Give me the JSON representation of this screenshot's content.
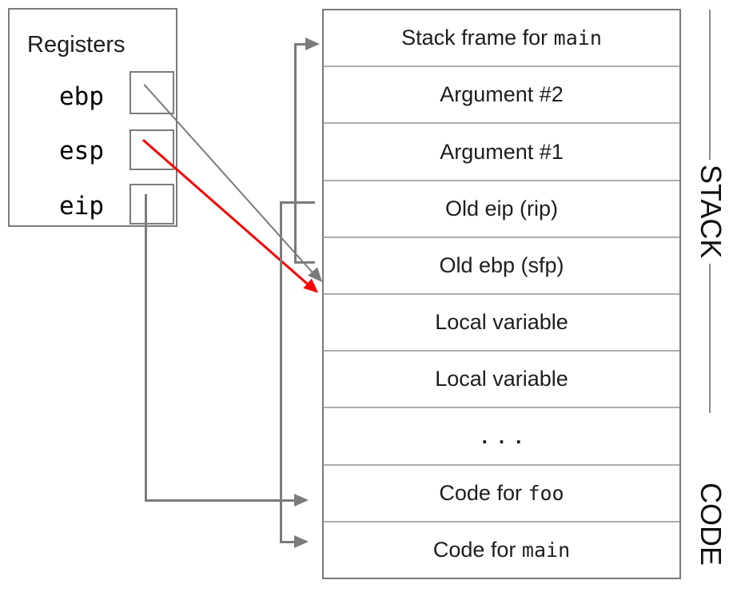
{
  "registers_panel": {
    "title": "Registers",
    "registers": [
      {
        "name": "ebp"
      },
      {
        "name": "esp"
      },
      {
        "name": "eip"
      }
    ]
  },
  "memory": {
    "rows": [
      {
        "pre": "Stack frame for ",
        "mono": "main"
      },
      {
        "pre": "Argument #2",
        "mono": ""
      },
      {
        "pre": "Argument #1",
        "mono": ""
      },
      {
        "pre": "Old eip (rip)",
        "mono": ""
      },
      {
        "pre": "Old ebp (sfp)",
        "mono": ""
      },
      {
        "pre": "Local variable",
        "mono": ""
      },
      {
        "pre": "Local variable",
        "mono": ""
      },
      {
        "pre": "...",
        "mono": ""
      },
      {
        "pre": "Code for ",
        "mono": "foo"
      },
      {
        "pre": "Code for ",
        "mono": "main"
      }
    ]
  },
  "side_labels": {
    "stack": "STACK",
    "code": "CODE"
  },
  "arrows": [
    {
      "name": "ebp-arrow",
      "from": "ebp register",
      "to": "Old ebp (sfp) / Local variable boundary",
      "color": "gray"
    },
    {
      "name": "esp-arrow",
      "from": "esp register",
      "to": "Old ebp (sfp) / Local variable boundary",
      "color": "red"
    },
    {
      "name": "eip-arrow",
      "from": "eip register",
      "to": "Code for foo",
      "color": "gray"
    },
    {
      "name": "saved-ebp-arrow",
      "from": "Old ebp (sfp)",
      "to": "Stack frame for main",
      "color": "gray"
    },
    {
      "name": "saved-eip-arrow",
      "from": "Old eip (rip)",
      "to": "Code for main",
      "color": "gray"
    }
  ],
  "colors": {
    "line_gray": "#7b7b7b",
    "arrow_red": "#f60000",
    "border_dark": "#7a7a7a",
    "border_light": "#aeaeae",
    "text_color": "#1d1d1d"
  }
}
